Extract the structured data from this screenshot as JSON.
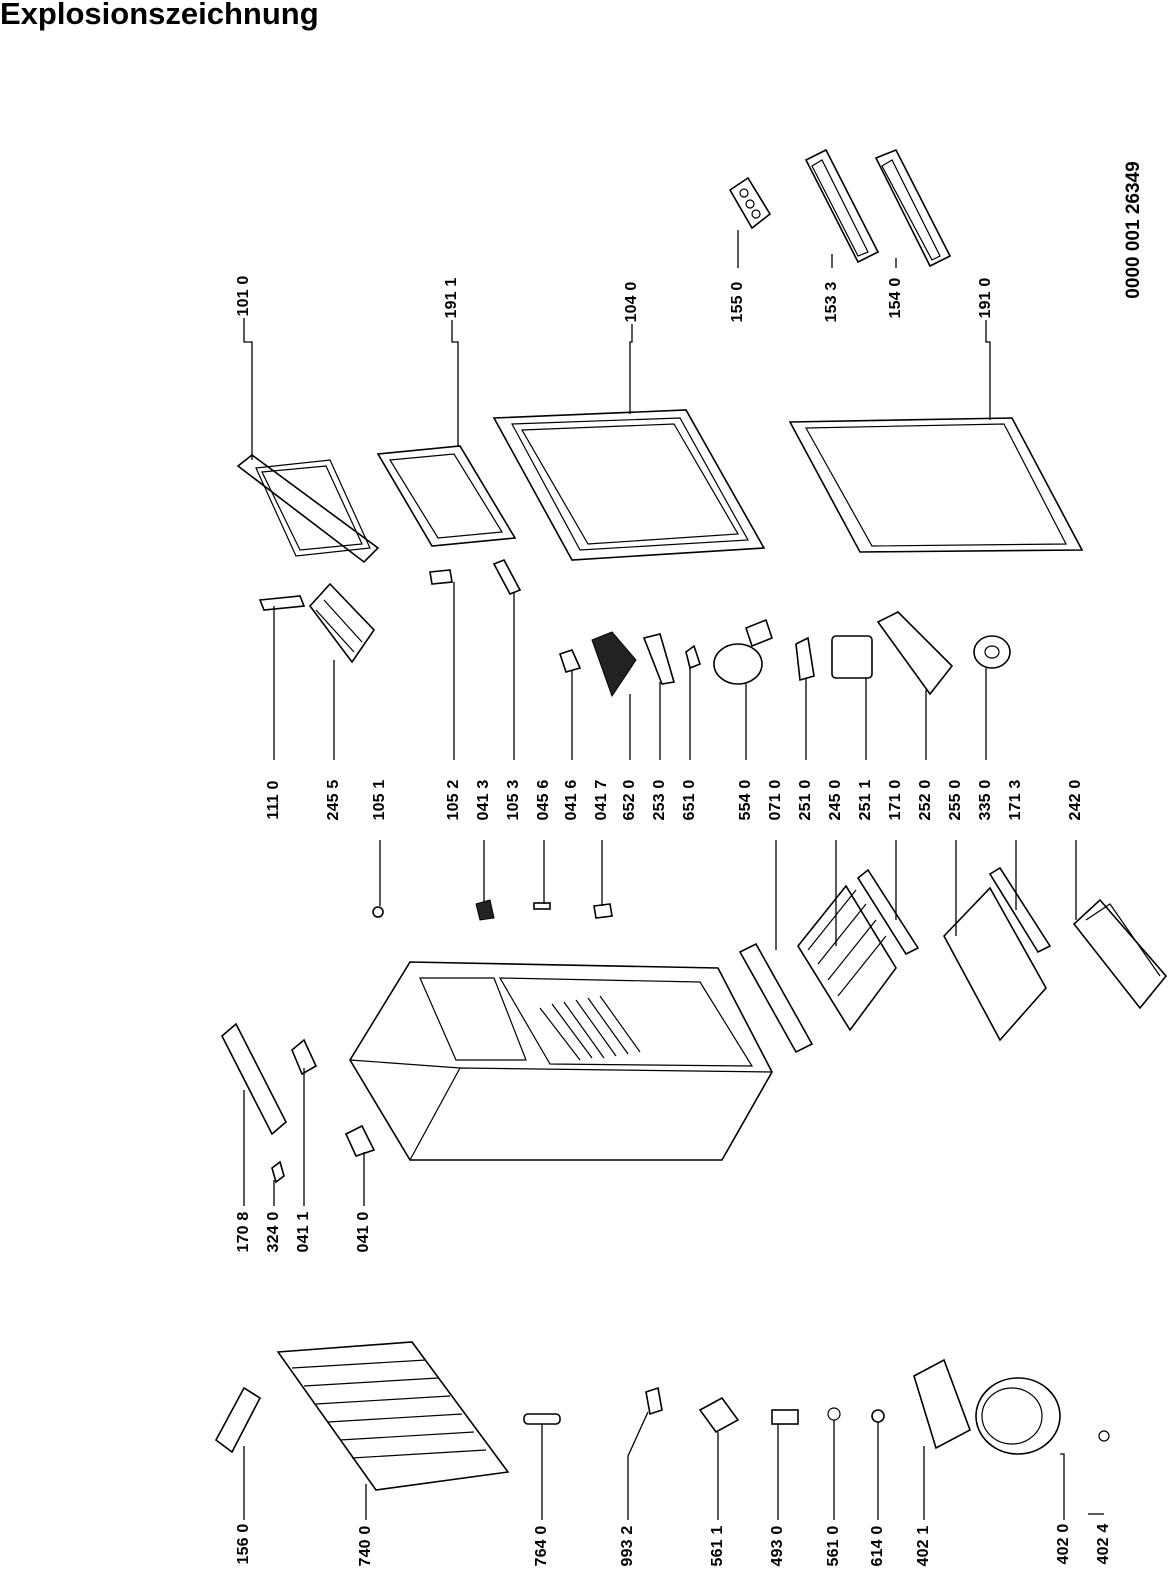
{
  "title": "Explosionszeichnung",
  "document_code": "0000 001 26349",
  "part_numbers": {
    "p1010": "101 0",
    "p1911": "191 1",
    "p1040": "104 0",
    "p1550": "155 0",
    "p1533": "153 3",
    "p1540": "154 0",
    "p1910": "191 0",
    "p1110": "111 0",
    "p2455": "245 5",
    "p1051": "105 1",
    "p1052": "105 2",
    "p0413": "041 3",
    "p1053": "105 3",
    "p0456": "045 6",
    "p0416": "041 6",
    "p0417": "041 7",
    "p6520": "652 0",
    "p2530": "253 0",
    "p6510": "651 0",
    "p5540": "554 0",
    "p0710": "071 0",
    "p2510": "251 0",
    "p2450": "245 0",
    "p2511": "251 1",
    "p1710": "171 0",
    "p2520": "252 0",
    "p2550": "255 0",
    "p3350": "335 0",
    "p1713": "171 3",
    "p2420": "242 0",
    "p1708": "170 8",
    "p3240": "324 0",
    "p0411": "041 1",
    "p0410": "041 0",
    "p1560": "156 0",
    "p7400": "740 0",
    "p7640": "764 0",
    "p9932": "993 2",
    "p5611": "561 1",
    "p4930": "493 0",
    "p5610": "561 0",
    "p6140": "614 0",
    "p4021": "402 1",
    "p4020": "402 0",
    "p4024": "402 4"
  }
}
